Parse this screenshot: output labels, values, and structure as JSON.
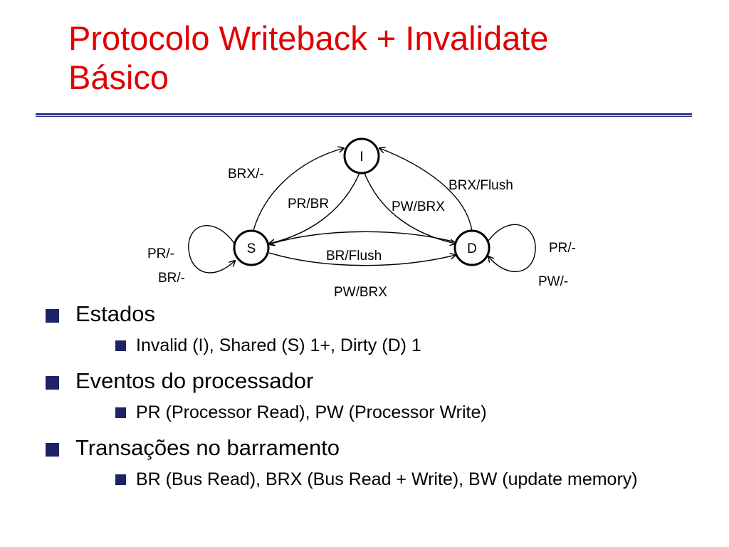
{
  "slide": {
    "title_line1": "Protocolo Writeback + Invalidate",
    "title_line2": "Básico"
  },
  "colors": {
    "title": "#e00000",
    "rule": "#2b2f8c",
    "bullet": "#1e2266"
  },
  "diagram": {
    "states": {
      "invalid": "I",
      "shared": "S",
      "dirty": "D"
    },
    "labels": {
      "s_to_i": "BRX/-",
      "d_to_i": "BRX/Flush",
      "i_to_s": "PR/BR",
      "i_to_d": "PW/BRX",
      "s_self_pr": "PR/-",
      "s_self_br": "BR/-",
      "d_self_pr": "PR/-",
      "d_self_pw": "PW/-",
      "d_to_s": "BR/Flush",
      "s_to_d": "PW/BRX"
    }
  },
  "bullets": [
    {
      "text": "Estados",
      "sub": [
        "Invalid (I), Shared (S) 1+, Dirty (D) 1"
      ]
    },
    {
      "text": "Eventos do processador",
      "sub": [
        "PR (Processor Read), PW (Processor Write)"
      ]
    },
    {
      "text": "Transações no barramento",
      "sub": [
        "BR (Bus Read), BRX (Bus Read + Write), BW (update memory)"
      ]
    }
  ]
}
